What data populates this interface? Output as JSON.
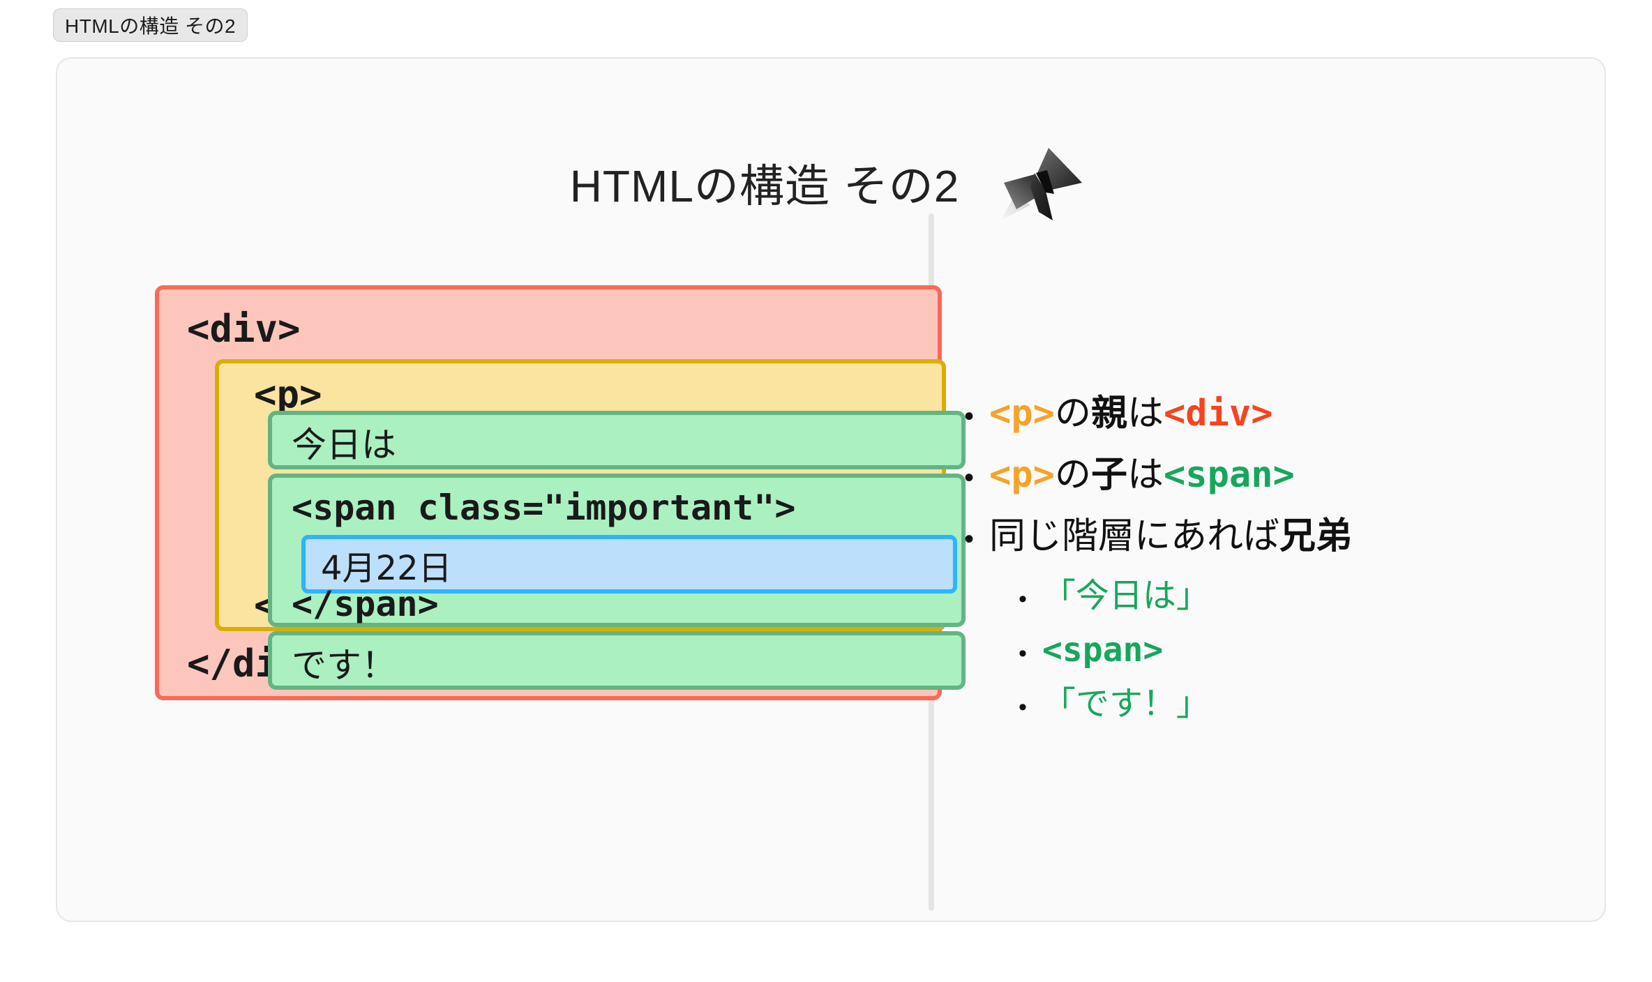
{
  "tab": {
    "label": "HTMLの構造 その2"
  },
  "slide": {
    "title": "HTMLの構造 その2",
    "pin_icon": "pushpin-icon"
  },
  "code_diagram": {
    "div_open": "<div>",
    "div_close": "</div>",
    "p_open": "<p>",
    "p_close": "</p>",
    "text_node_1": "今日は",
    "span_open": "<span class=\"important\">",
    "span_close": "</span>",
    "span_text": "4月22日",
    "text_node_2": "です！",
    "colors": {
      "div_border": "#fa6a56",
      "div_fill": "#fcc6bd",
      "p_border": "#d9ad06",
      "p_fill": "#fbe3a0",
      "span_border": "#62b583",
      "span_fill": "#aaf0c1",
      "text_border": "#2fb3fb",
      "text_fill": "#bcdffc"
    }
  },
  "notes": {
    "bullets": [
      {
        "parts": [
          {
            "text": "<p>",
            "style": "mono-orange"
          },
          {
            "text": "の",
            "style": "plain"
          },
          {
            "text": "親",
            "style": "bold"
          },
          {
            "text": "は",
            "style": "plain"
          },
          {
            "text": "<div>",
            "style": "mono-red"
          }
        ]
      },
      {
        "parts": [
          {
            "text": "<p>",
            "style": "mono-orange"
          },
          {
            "text": "の",
            "style": "plain"
          },
          {
            "text": "子",
            "style": "bold"
          },
          {
            "text": "は",
            "style": "plain"
          },
          {
            "text": "<span>",
            "style": "mono-green"
          }
        ]
      },
      {
        "parts": [
          {
            "text": "同じ階層にあれば",
            "style": "plain"
          },
          {
            "text": "兄弟",
            "style": "bold"
          }
        ]
      }
    ],
    "sub_bullets": [
      {
        "text": "「今日は」",
        "style": "green"
      },
      {
        "text": "<span>",
        "style": "mono-green"
      },
      {
        "text": "「です！」",
        "style": "green"
      }
    ]
  }
}
